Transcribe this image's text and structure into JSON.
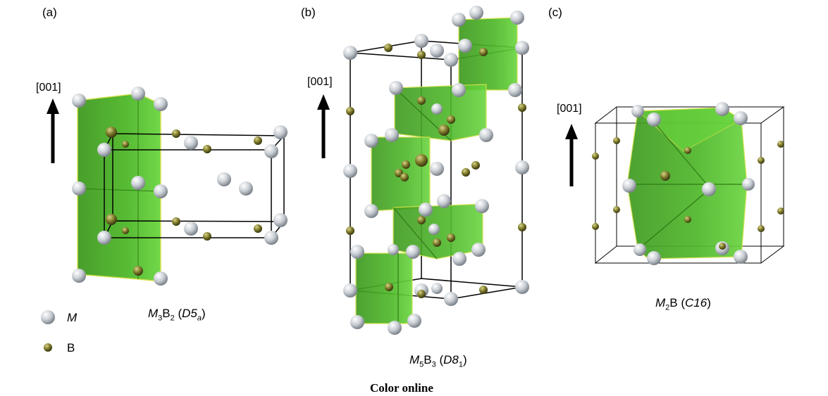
{
  "panels": [
    {
      "label": "(a)",
      "axis": "[001]",
      "caption": {
        "m": "M",
        "m_sub": "3",
        "b": "B",
        "b_sub": "2",
        "paren_open": " (",
        "type": "D5",
        "type_sub": "a",
        "paren_close": ")"
      }
    },
    {
      "label": "(b)",
      "axis": "[001]",
      "caption": {
        "m": "M",
        "m_sub": "5",
        "b": "B",
        "b_sub": "3",
        "paren_open": " (",
        "type": "D8",
        "type_sub": "1",
        "paren_close": ")"
      }
    },
    {
      "label": "(c)",
      "axis": "[001]",
      "caption": {
        "m": "M",
        "m_sub": "2",
        "b": "B",
        "b_sub": "",
        "paren_open": " (",
        "type": "C16",
        "type_sub": "",
        "paren_close": ")"
      }
    }
  ],
  "legend": [
    {
      "label": "M",
      "italic": true,
      "color": "#c8cdd2"
    },
    {
      "label": "B",
      "italic": false,
      "color": "#6f6a24"
    }
  ],
  "footer": "Color online",
  "colors": {
    "polyhedron": "#4fb82a",
    "polyhedron_light": "#63d23a",
    "edge": "#d6e24a",
    "frame": "#000000"
  }
}
